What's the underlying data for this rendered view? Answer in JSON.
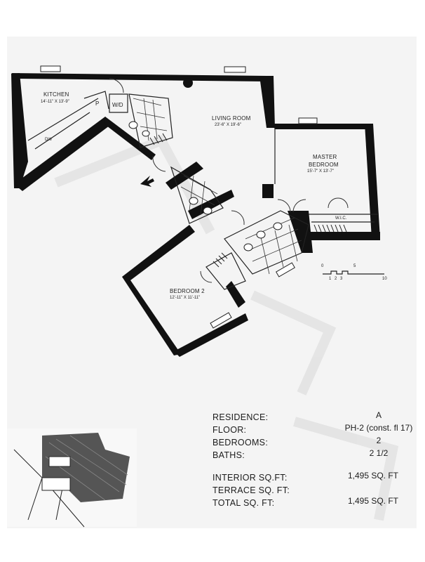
{
  "rooms": {
    "kitchen": {
      "name": "KITCHEN",
      "dims": "14'-11\" X 13'-9\""
    },
    "living_room": {
      "name": "LIVING ROOM",
      "dims": "23'-6\" X 19'-6\""
    },
    "master_bedroom": {
      "name": "MASTER",
      "name2": "BEDROOM",
      "dims": "15'-7\" X 13'-7\""
    },
    "bedroom2": {
      "name": "BEDROOM 2",
      "dims": "12'-11\" X 11'-11\""
    }
  },
  "plan_labels": {
    "pantry": "P",
    "washer_dryer": "W/D",
    "dishwasher": "DW",
    "walk_in_closet": "W.I.C."
  },
  "scale": {
    "ticks": [
      "0",
      "1",
      "2",
      "3",
      "5",
      "10"
    ]
  },
  "info": {
    "residence_label": "RESIDENCE:",
    "residence_value": "A",
    "floor_label": "FLOOR:",
    "floor_value": "PH-2 (const. fl 17)",
    "bedrooms_label": "BEDROOMS:",
    "bedrooms_value": "2",
    "baths_label": "BATHS:",
    "baths_value": "2 1/2",
    "interior_label": "INTERIOR SQ.FT:",
    "interior_value": "1,495 SQ. FT",
    "terrace_label": "TERRACE SQ. FT:",
    "terrace_value": "",
    "total_label": "TOTAL SQ. FT:",
    "total_value": "1,495 SQ. FT"
  },
  "colors": {
    "wall": "#111111",
    "keyplan_fill": "#555555",
    "paper": "#f4f4f4"
  }
}
